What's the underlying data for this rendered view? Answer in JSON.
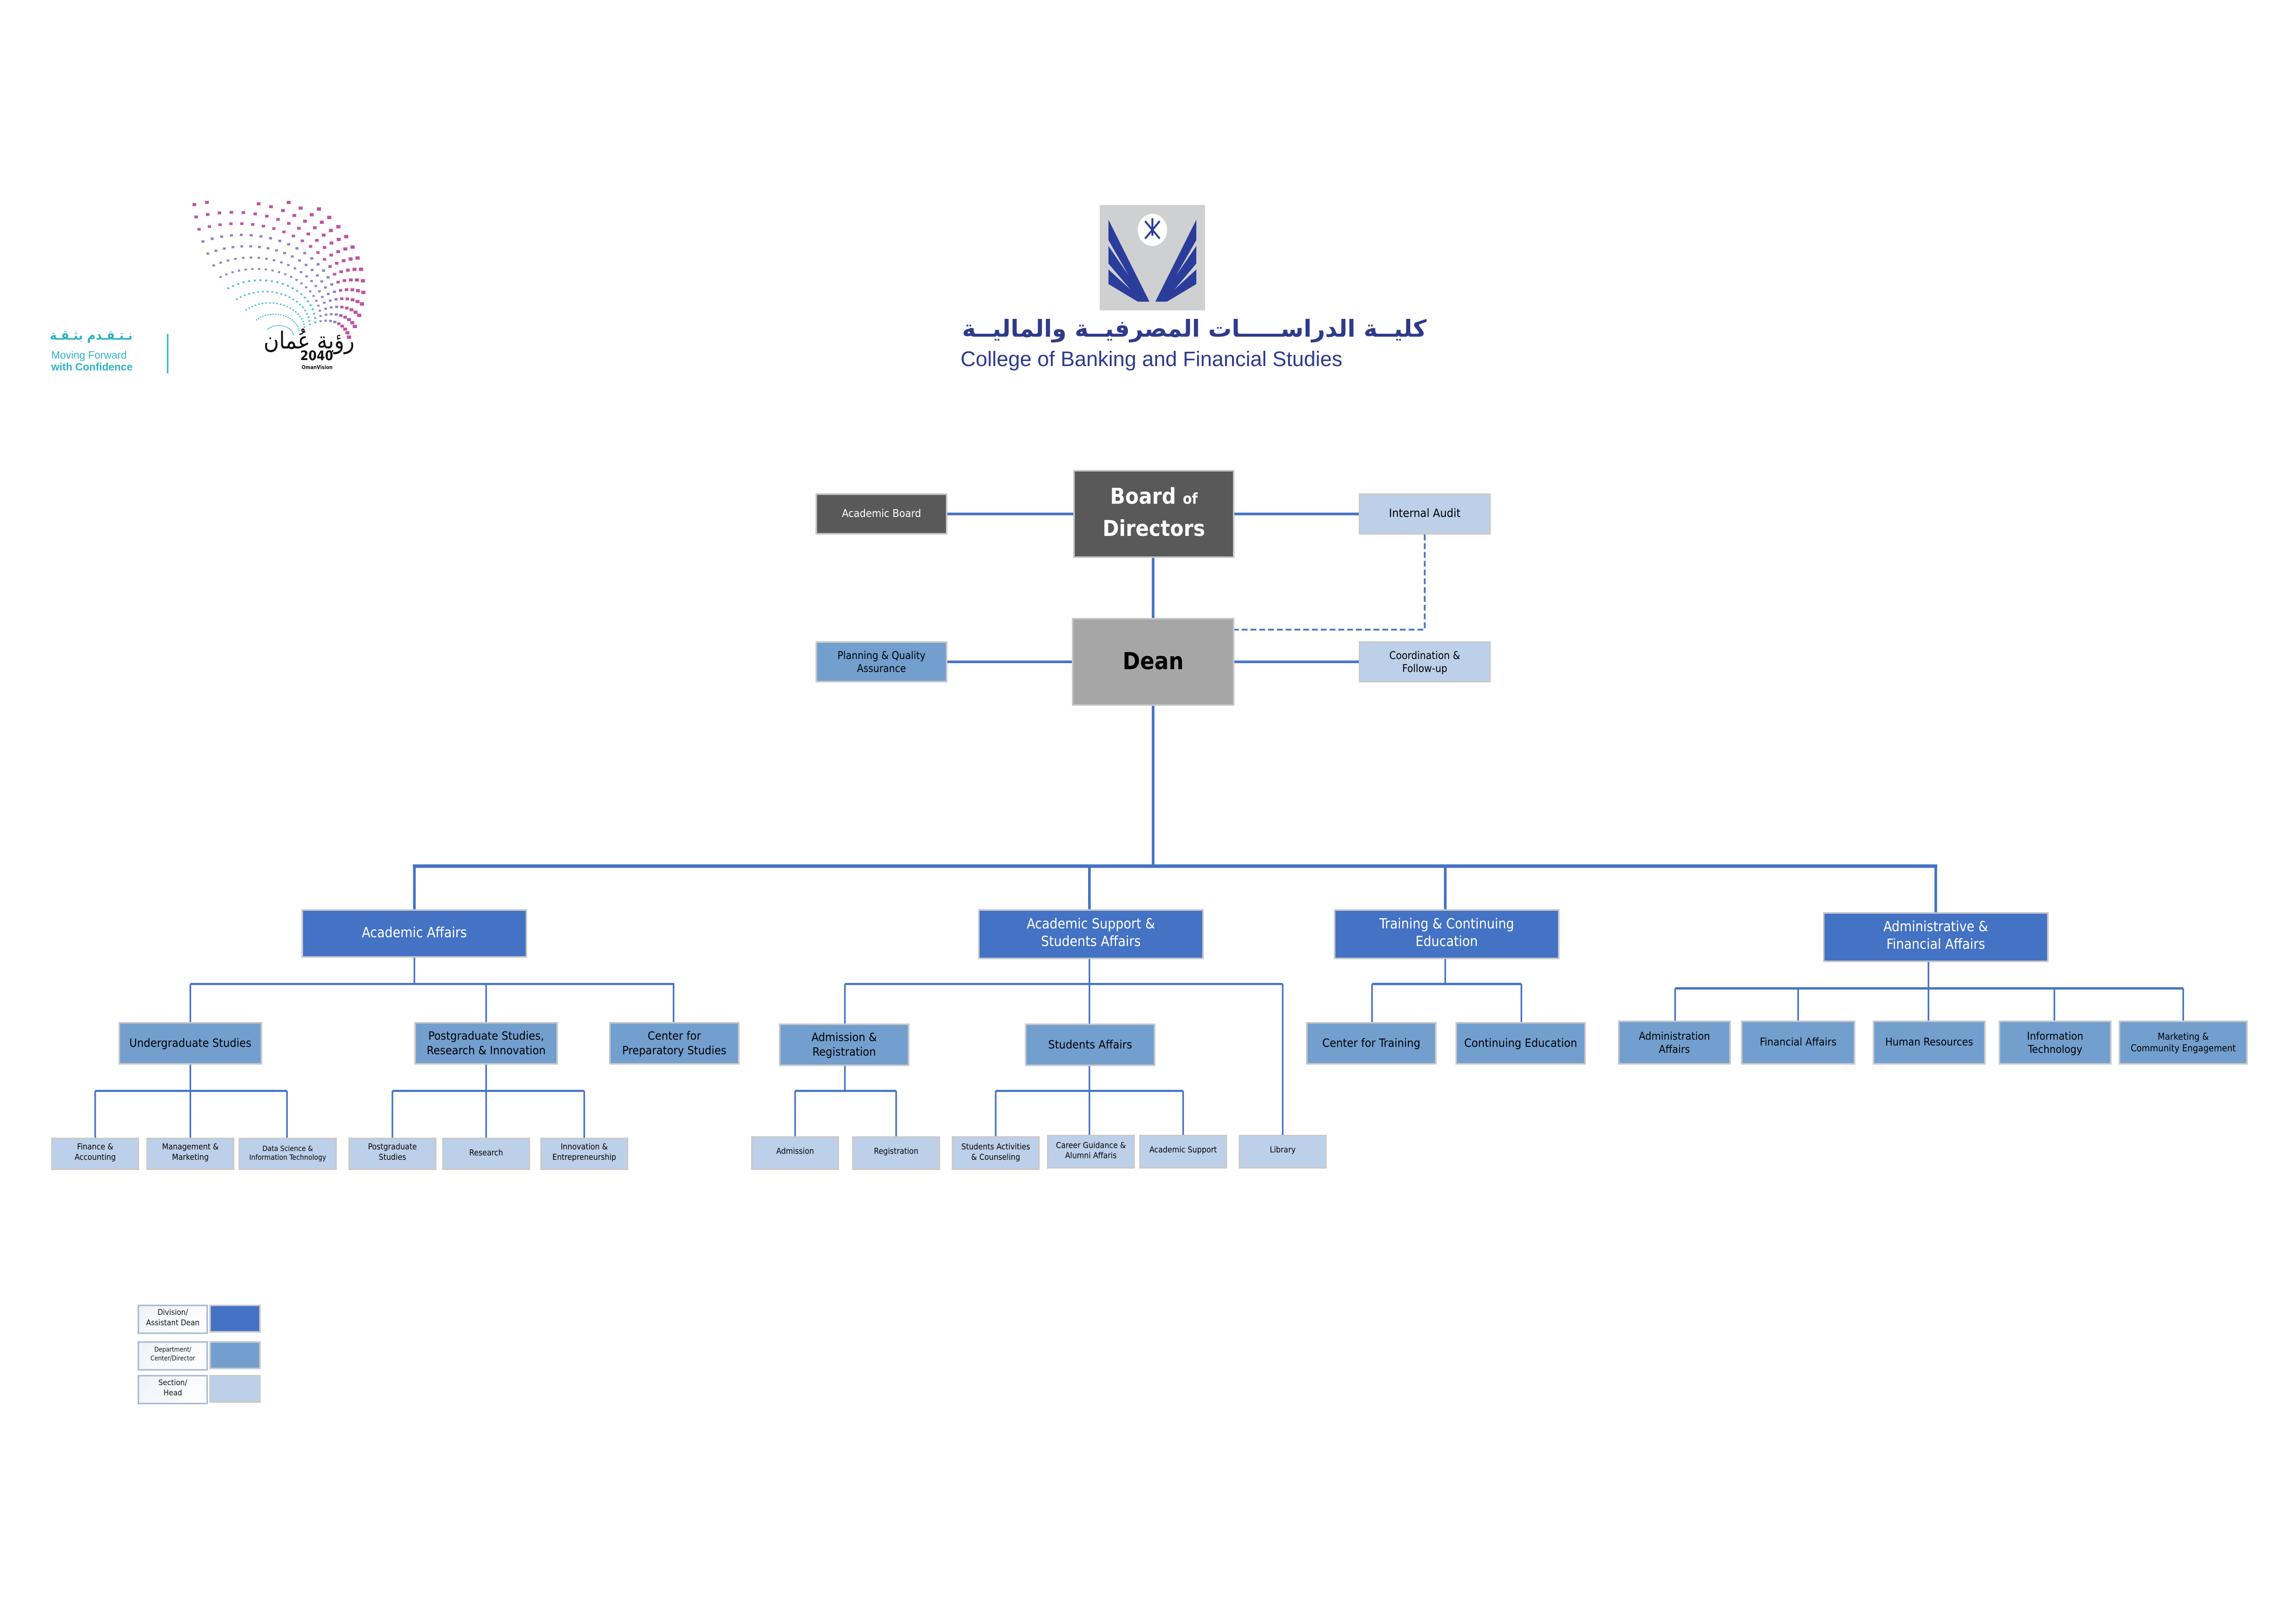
{
  "logos": {
    "college": {
      "arabic": "كليــة الدراســـــات المصرفيــة والماليــة",
      "english": "College of Banking and Financial Studies"
    },
    "oman_vision": {
      "arabic_slogan": "نـتـقـدم بثـقـة",
      "slogan_line1": "Moving Forward",
      "slogan_line2": "with Confidence",
      "arabic_name": "رؤية عُمان",
      "year": "2040",
      "subtitle": "OmanVision"
    }
  },
  "top": {
    "board": {
      "main": "Board",
      "of": "of",
      "second": "Directors"
    },
    "academic_board": "Academic Board",
    "internal_audit": "Internal Audit",
    "dean": "Dean",
    "planning": "Planning & Quality\nAssurance",
    "coordination": "Coordination &\nFollow-up"
  },
  "divisions": [
    {
      "label": "Academic Affairs",
      "departments": [
        {
          "label": "Undergraduate Studies",
          "sections": [
            "Finance &\nAccounting",
            "Management &\nMarketing",
            "Data Science &\nInformation Technology"
          ]
        },
        {
          "label": "Postgraduate Studies,\nResearch & Innovation",
          "sections": [
            "Postgraduate\nStudies",
            "Research",
            "Innovation &\nEntrepreneurship"
          ]
        },
        {
          "label": "Center for\nPreparatory Studies",
          "sections": []
        }
      ]
    },
    {
      "label": "Academic Support &\nStudents Affairs",
      "departments": [
        {
          "label": "Admission &\nRegistration",
          "sections": [
            "Admission",
            "Registration"
          ]
        },
        {
          "label": "Students Affairs",
          "sections": [
            "Students Activities\n& Counseling",
            "Career Guidance &\nAlumni Affaris",
            "Academic Support"
          ]
        }
      ],
      "sections": [
        "Library"
      ]
    },
    {
      "label": "Training & Continuing\nEducation",
      "departments": [
        {
          "label": "Center for Training"
        },
        {
          "label": "Continuing Education"
        }
      ]
    },
    {
      "label": "Administrative &\nFinancial Affairs",
      "departments": [
        {
          "label": "Administration\nAffairs"
        },
        {
          "label": "Financial Affairs"
        },
        {
          "label": "Human Resources"
        },
        {
          "label": "Information\nTechnology"
        },
        {
          "label": "Marketing &\nCommunity Engagement"
        }
      ]
    }
  ],
  "legend": [
    {
      "label": "Division/\nAssistant Dean",
      "color": "#4472C4"
    },
    {
      "label": "Department/\nCenter/Director",
      "color": "#739FCF"
    },
    {
      "label": "Section/\nHead",
      "color": "#BDD0E9"
    }
  ],
  "colors": {
    "connector": "#4472C4",
    "board": "#595959",
    "dean": "#A6A6A6"
  }
}
